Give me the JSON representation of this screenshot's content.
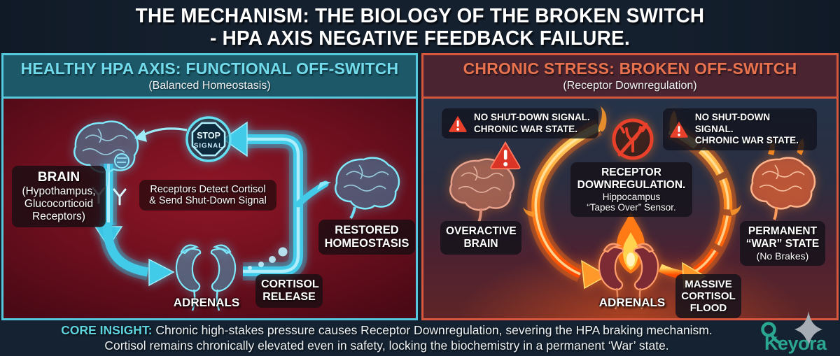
{
  "title": {
    "line1": "THE MECHANISM: THE BIOLOGY OF THE BROKEN SWITCH",
    "line2": "- HPA AXIS NEGATIVE FEEDBACK FAILURE."
  },
  "left_panel": {
    "header": "HEALTHY HPA AXIS: FUNCTIONAL OFF-SWITCH",
    "subheader": "(Balanced Homeostasis)",
    "stop_sign": {
      "line1": "STOP",
      "line2": "SIGNAL"
    },
    "brain_label": {
      "title": "BRAIN",
      "line1": "(Hypothampus,",
      "line2": "Glucocorticoid",
      "line3": "Receptors)"
    },
    "receptor_label": {
      "line1": "Receptors Detect Cortisol",
      "line2": "& Send Shut-Down Signal"
    },
    "restored_label": {
      "line1": "RESTORED",
      "line2": "HOMEOSTASIS"
    },
    "cortisol_label": {
      "line1": "CORTISOL",
      "line2": "RELEASE"
    },
    "adrenals_label": "ADRENALS"
  },
  "right_panel": {
    "header": "CHRONIC STRESS: BROKEN OFF-SWITCH",
    "subheader": "(Receptor Downregulation)",
    "warning_left": {
      "line1": "NO SHUT-DOWN SIGNAL.",
      "line2": "CHRONIC WAR STATE."
    },
    "warning_right": {
      "line1": "NO SHUT-DOWN SIGNAL.",
      "line2": "CHRONIC WAR STATE."
    },
    "receptor_label": {
      "line1": "RECEPTOR",
      "line2": "DOWNREGULATION.",
      "line3": "Hippocampus",
      "line4": "“Tapes Over” Sensor."
    },
    "overactive_label": {
      "line1": "OVERACTIVE",
      "line2": "BRAIN"
    },
    "permanent_label": {
      "line1": "PERMANENT",
      "line2": "“WAR” STATE",
      "line3": "(No Brakes)"
    },
    "massive_label": {
      "line1": "MASSIVE",
      "line2": "CORTISOL",
      "line3": "FLOOD"
    },
    "adrenals_label": "ADRENALS"
  },
  "footer": {
    "label": "CORE INSIGHT:",
    "line1": "Chronic high-stakes pressure causes Receptor Downregulation, severing the HPA braking mechanism.",
    "line2": "Cortisol remains chronically elevated  even in safety, locking the biochemistry in a permanent ‘War’ state.",
    "brand": "Keyora"
  },
  "colors": {
    "cyan_accent": "#55c8dd",
    "orange_accent": "#d6573b",
    "fire": "#ff8c1f",
    "alert_red": "#e8402a",
    "logo_teal": "#2aa78e",
    "left_panel_bg": "#6d0f1e",
    "right_panel_top": "#253349",
    "bar_bg": "#15202e"
  }
}
